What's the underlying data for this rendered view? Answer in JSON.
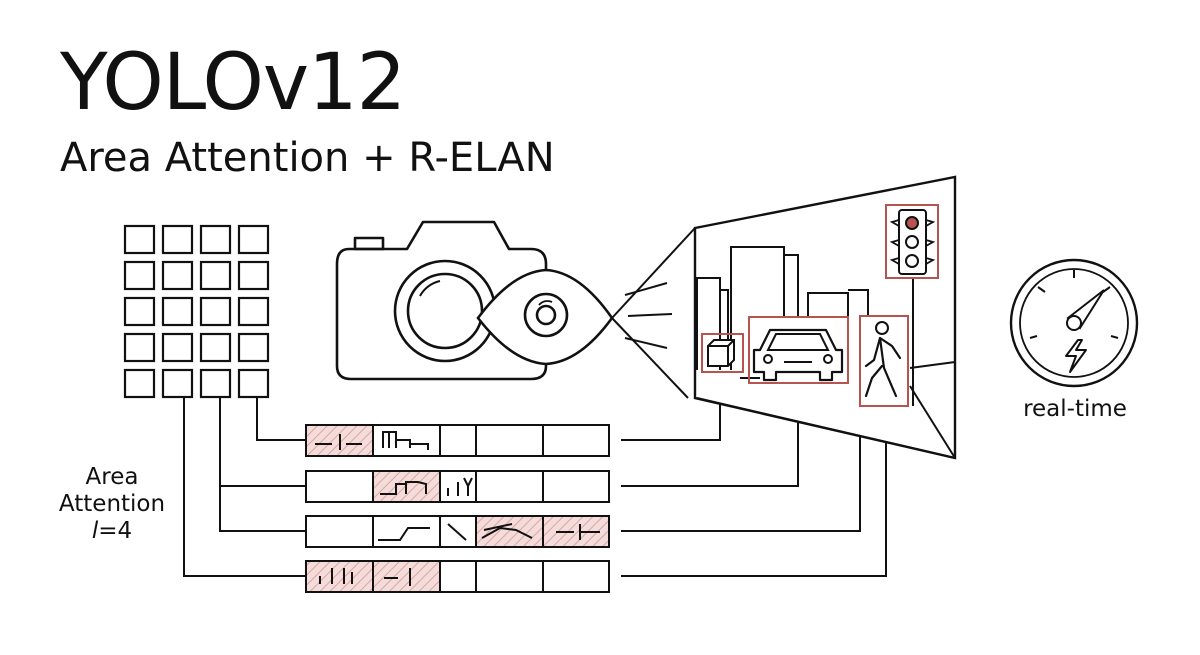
{
  "header": {
    "title": "YOLOv12",
    "subtitle": "Area Attention + R-ELAN"
  },
  "area_attention": {
    "line1": "Area",
    "line2": "Attention",
    "l_var": "l",
    "l_value": "=4"
  },
  "speed": {
    "label": "real-time"
  },
  "colors": {
    "stroke": "#111111",
    "highlight": "#b85450",
    "highlight_fill": "#f4dcda"
  },
  "icons": [
    "grid-icon",
    "camera-icon",
    "eye-icon",
    "traffic-light-icon",
    "car-icon",
    "pedestrian-icon",
    "box-icon",
    "speedometer-icon",
    "lightning-icon"
  ]
}
